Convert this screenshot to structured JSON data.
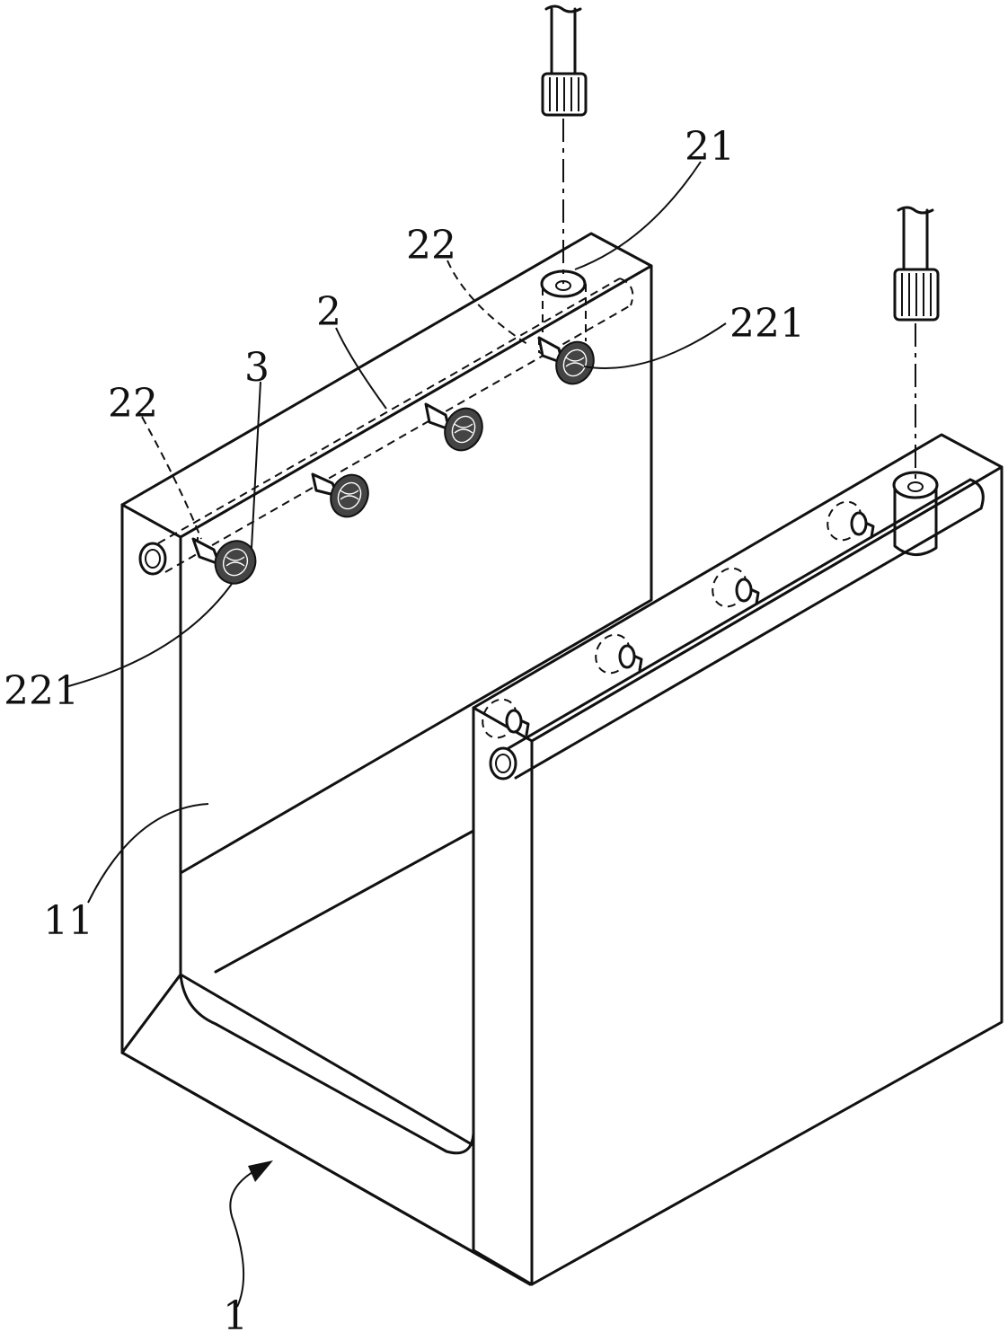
{
  "labels": {
    "l_21": "21",
    "l_22_right": "22",
    "l_221_right": "221",
    "l_2": "2",
    "l_3": "3",
    "l_22_left": "22",
    "l_221_left": "221",
    "l_11": "11",
    "l_1": "1"
  }
}
